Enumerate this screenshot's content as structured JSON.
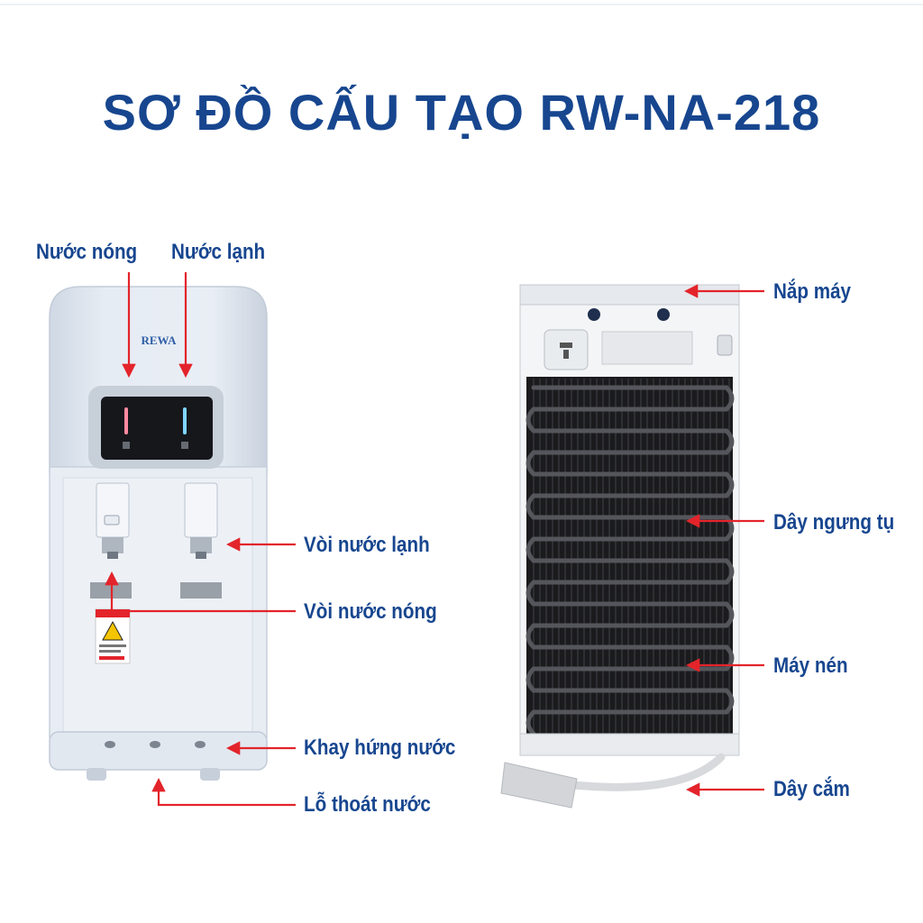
{
  "title": "SƠ ĐỒ CẤU TẠO RW-NA-218",
  "brand": "REWA",
  "front_labels": {
    "hot_water": "Nước nóng",
    "cold_water": "Nước lạnh",
    "cold_tap": "Vòi nước lạnh",
    "hot_tap": "Vòi nước nóng",
    "drip_tray": "Khay hứng nước",
    "drain_hole": "Lỗ thoát nước"
  },
  "back_labels": {
    "top_cover": "Nắp máy",
    "condenser": "Dây ngưng tụ",
    "compressor": "Máy nén",
    "power_cord": "Dây cắm"
  },
  "colors": {
    "title": "#17468f",
    "arrow": "#e3242b",
    "body": "#dfe6ef",
    "coil": "#1b1b1d"
  }
}
